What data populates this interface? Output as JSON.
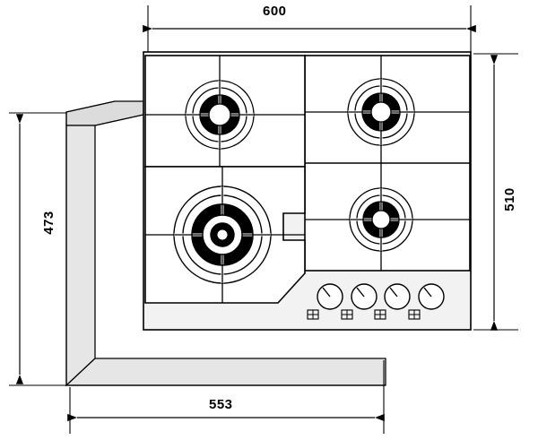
{
  "diagram": {
    "title": "gas-hob-technical-dimension-drawing",
    "dimensions": {
      "top_width": "600",
      "right_height": "510",
      "left_height": "473",
      "bottom_width": "553"
    },
    "units_note": "",
    "colors": {
      "line": "#000000",
      "fill": "#ffffff",
      "panel_fill": "#e8e8e8",
      "counter_fill": "#d9d9d9"
    },
    "parts": {
      "hob_body": "hob-outline",
      "burner_rear_left": "rear-left-burner",
      "burner_rear_right": "rear-right-burner",
      "burner_front_left": "front-left-wok-burner",
      "burner_front_right": "front-right-burner",
      "knobs": [
        "knob-1",
        "knob-2",
        "knob-3",
        "knob-4"
      ],
      "countertop": "countertop-cutaway"
    }
  }
}
